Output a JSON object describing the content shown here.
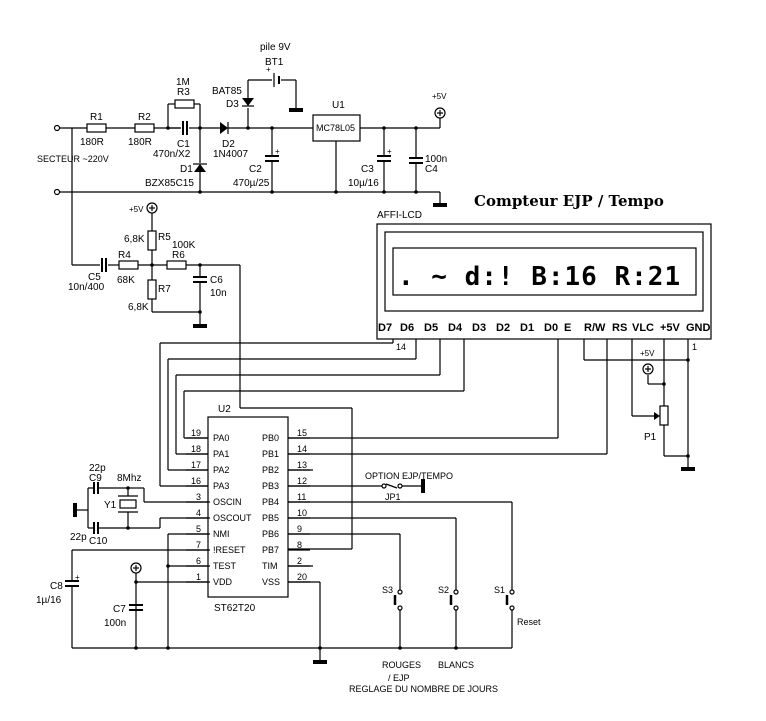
{
  "title": "Compteur EJP / Tempo",
  "power": {
    "battery": {
      "name": "pile 9V",
      "ref": "BT1"
    },
    "d3": {
      "ref": "D3",
      "value": "BAT85"
    },
    "r3": {
      "ref": "R3",
      "value": "1M"
    },
    "r1": {
      "ref": "R1",
      "value": "180R"
    },
    "r2": {
      "ref": "R2",
      "value": "180R"
    },
    "c1": {
      "ref": "C1",
      "value": "470n/X2"
    },
    "d2": {
      "ref": "D2",
      "value": "1N4007"
    },
    "d1": {
      "ref": "D1",
      "value": "BZX85C15"
    },
    "c2": {
      "ref": "C2",
      "value": "470µ/25"
    },
    "u1": {
      "ref": "U1",
      "value": "MC78L05"
    },
    "c3": {
      "ref": "C3",
      "value": "10µ/16"
    },
    "c4": {
      "ref": "C4",
      "value": "100n"
    },
    "vcc": "+5V",
    "mains": "SECTEUR ~220V"
  },
  "sense": {
    "vcc": "+5V",
    "r5": {
      "ref": "R5",
      "value": "6,8K"
    },
    "r4": {
      "ref": "R4",
      "value": "68K"
    },
    "r6": {
      "ref": "R6",
      "value": "100K"
    },
    "r7": {
      "ref": "R7",
      "value": "6,8K"
    },
    "c5": {
      "ref": "C5",
      "value": "10n/400"
    },
    "c6": {
      "ref": "C6",
      "value": "10n"
    }
  },
  "lcd": {
    "ref": "AFFI-LCD",
    "display_text": ". ~ d:! B:16 R:21",
    "pins": [
      "D7",
      "D6",
      "D5",
      "D4",
      "D3",
      "D2",
      "D1",
      "D0",
      "E",
      "R/W",
      "RS",
      "VLC",
      "+5V",
      "GND"
    ],
    "pin_first": "14",
    "pin_last": "1",
    "vcc": "+5V",
    "pot": "P1"
  },
  "mcu": {
    "ref": "U2",
    "part": "ST62T20",
    "left_pins": [
      {
        "num": "19",
        "name": "PA0"
      },
      {
        "num": "18",
        "name": "PA1"
      },
      {
        "num": "17",
        "name": "PA2"
      },
      {
        "num": "16",
        "name": "PA3"
      },
      {
        "num": "3",
        "name": "OSCIN"
      },
      {
        "num": "4",
        "name": "OSCOUT"
      },
      {
        "num": "5",
        "name": "NMI"
      },
      {
        "num": "7",
        "name": "!RESET"
      },
      {
        "num": "6",
        "name": "TEST"
      },
      {
        "num": "1",
        "name": "VDD"
      }
    ],
    "right_pins": [
      {
        "num": "15",
        "name": "PB0"
      },
      {
        "num": "14",
        "name": "PB1"
      },
      {
        "num": "13",
        "name": "PB2"
      },
      {
        "num": "12",
        "name": "PB3"
      },
      {
        "num": "11",
        "name": "PB4"
      },
      {
        "num": "10",
        "name": "PB5"
      },
      {
        "num": "9",
        "name": "PB6"
      },
      {
        "num": "8",
        "name": "PB7"
      },
      {
        "num": "2",
        "name": "TIM"
      },
      {
        "num": "20",
        "name": "VSS"
      }
    ]
  },
  "osc": {
    "c9": {
      "ref": "C9",
      "value": "22p"
    },
    "c10": {
      "ref": "C10",
      "value": "22p"
    },
    "y1": {
      "ref": "Y1",
      "value": "8Mhz"
    }
  },
  "reset": {
    "c8": {
      "ref": "C8",
      "value": "1µ/16"
    },
    "c7": {
      "ref": "C7",
      "value": "100n"
    }
  },
  "switches": {
    "jp1": {
      "ref": "JP1",
      "label": "OPTION EJP/TEMPO"
    },
    "s1": {
      "ref": "S1",
      "label": "Reset"
    },
    "s2": {
      "ref": "S2",
      "label": "BLANCS"
    },
    "s3": {
      "ref": "S3",
      "label_line1": "ROUGES",
      "label_line2": "/ EJP"
    },
    "caption": "REGLAGE DU NOMBRE DE JOURS"
  }
}
